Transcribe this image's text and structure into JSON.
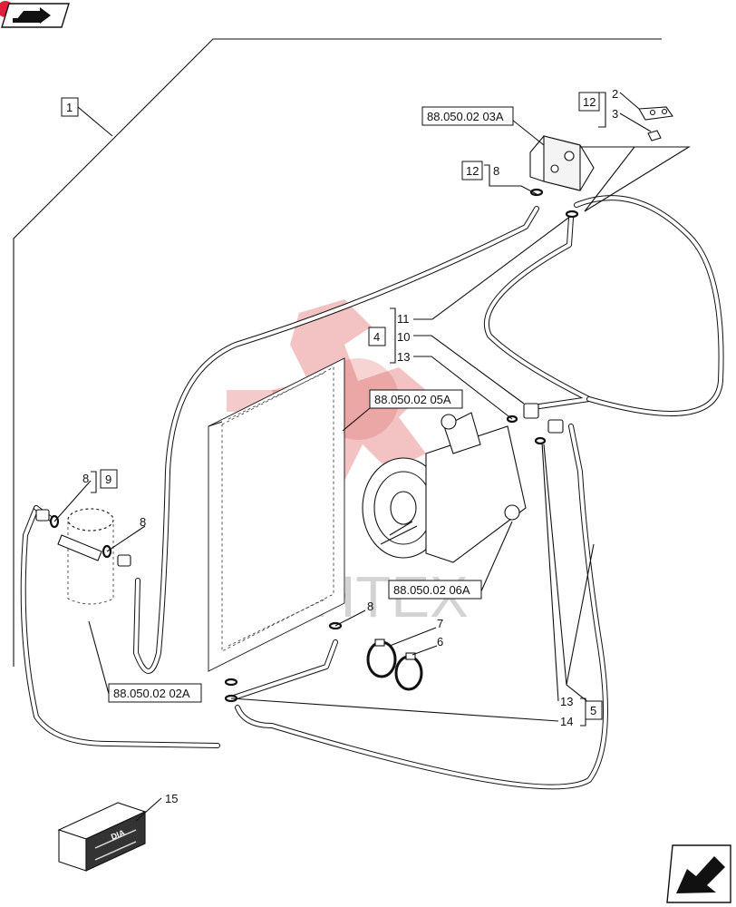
{
  "references": {
    "ref_03A": "88.050.02 03A",
    "ref_05A": "88.050.02 05A",
    "ref_06A": "88.050.02 06A",
    "ref_02A": "88.050.02 02A"
  },
  "group_labels": {
    "g1": "1",
    "g4": "4",
    "g5": "5",
    "g9": "9",
    "g12_top": "12",
    "g12_mid": "12"
  },
  "item_labels": {
    "i2": "2",
    "i3": "3",
    "i8_top": "8",
    "i11": "11",
    "i10": "10",
    "i13_a": "13",
    "i8_left": "8",
    "i8_drier": "8",
    "i8_bottom": "8",
    "i7": "7",
    "i6": "6",
    "i13_b": "13",
    "i14": "14",
    "i15": "15"
  },
  "watermark": "ИНТЕХ",
  "kit_marking": "DIA",
  "colors": {
    "ink": "#111111",
    "watermark_red": "#d9534f",
    "watermark_gray": "#b0b0b0",
    "corner_badge": "#e0203a"
  },
  "icons": {
    "top_left": "book-arrow-icon",
    "bottom_right": "next-page-arrow-icon"
  }
}
